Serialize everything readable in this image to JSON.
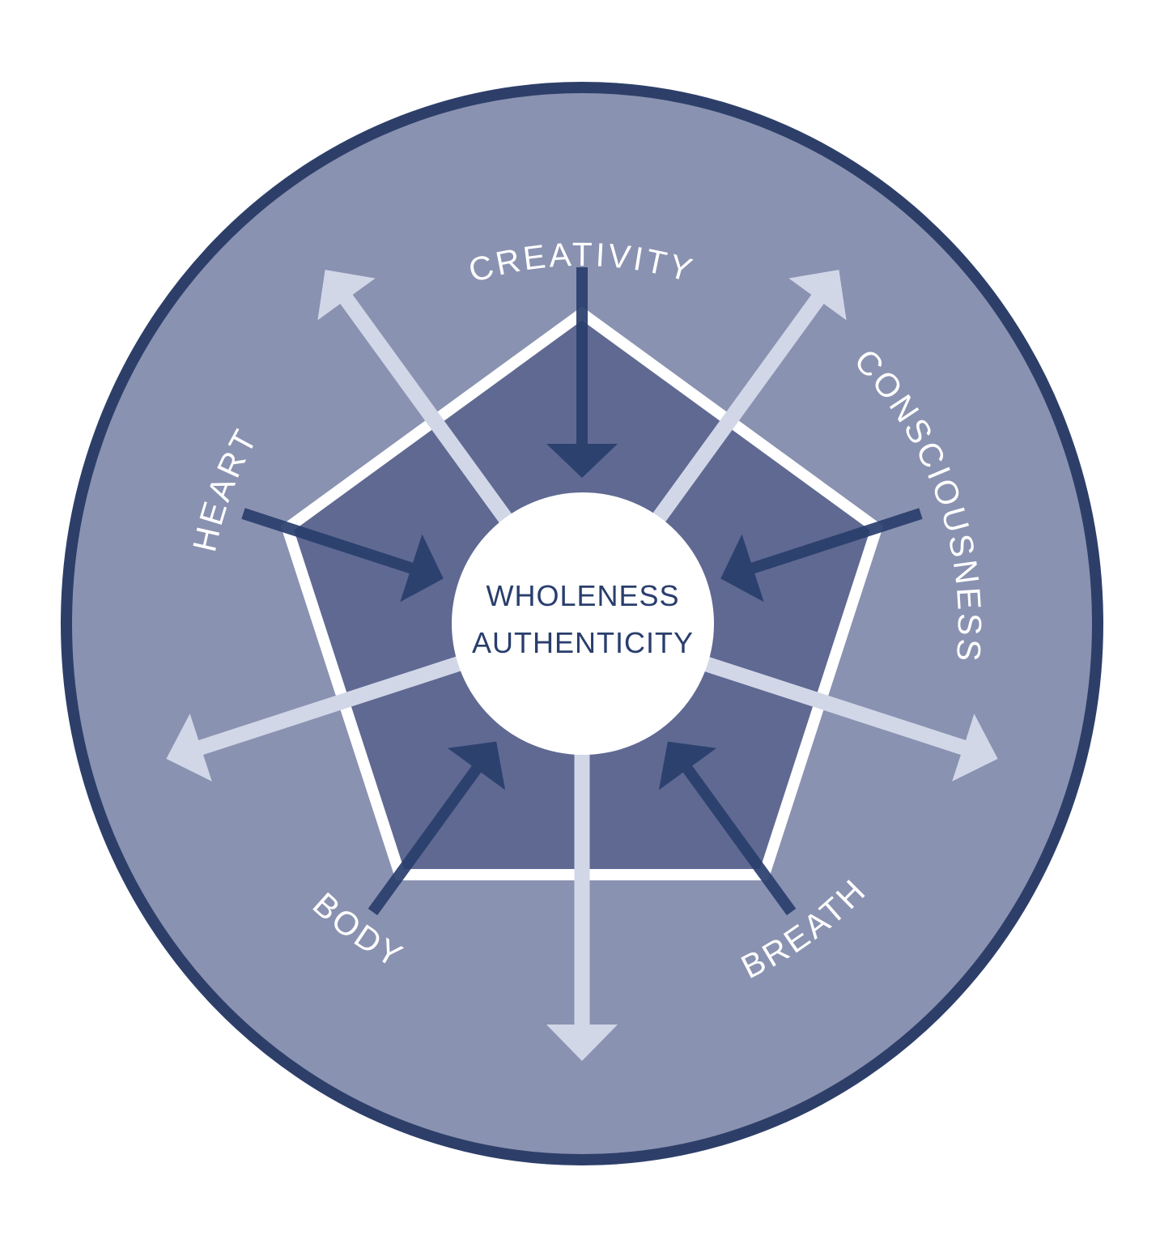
{
  "diagram": {
    "center": {
      "line1": "WHOLENESS",
      "line2": "AUTHENTICITY"
    },
    "labels": {
      "top": "CREATIVITY",
      "right": "CONSCIOUSNESS",
      "left": "HEART",
      "bottom_left": "BODY",
      "bottom_right": "BREATH"
    },
    "arrows": {
      "inward_dark": [
        "creativity-to-center",
        "consciousness-to-center",
        "heart-to-center",
        "body-to-center",
        "breath-to-center"
      ],
      "outward_light": [
        "outward-up-left",
        "outward-up-right",
        "outward-left",
        "outward-right",
        "outward-down"
      ]
    },
    "colors": {
      "page_background": "#ffffff",
      "circle_fill": "#8a92b1",
      "circle_stroke": "#2d3f69",
      "pentagon_fill": "#5f6992",
      "pentagon_stroke": "#ffffff",
      "dark_arrow": "#293e6c",
      "light_arrow": "#d2d7e8",
      "center_circle_fill": "#ffffff",
      "center_text": "#293e6c",
      "label_text": "#ffffff"
    }
  }
}
